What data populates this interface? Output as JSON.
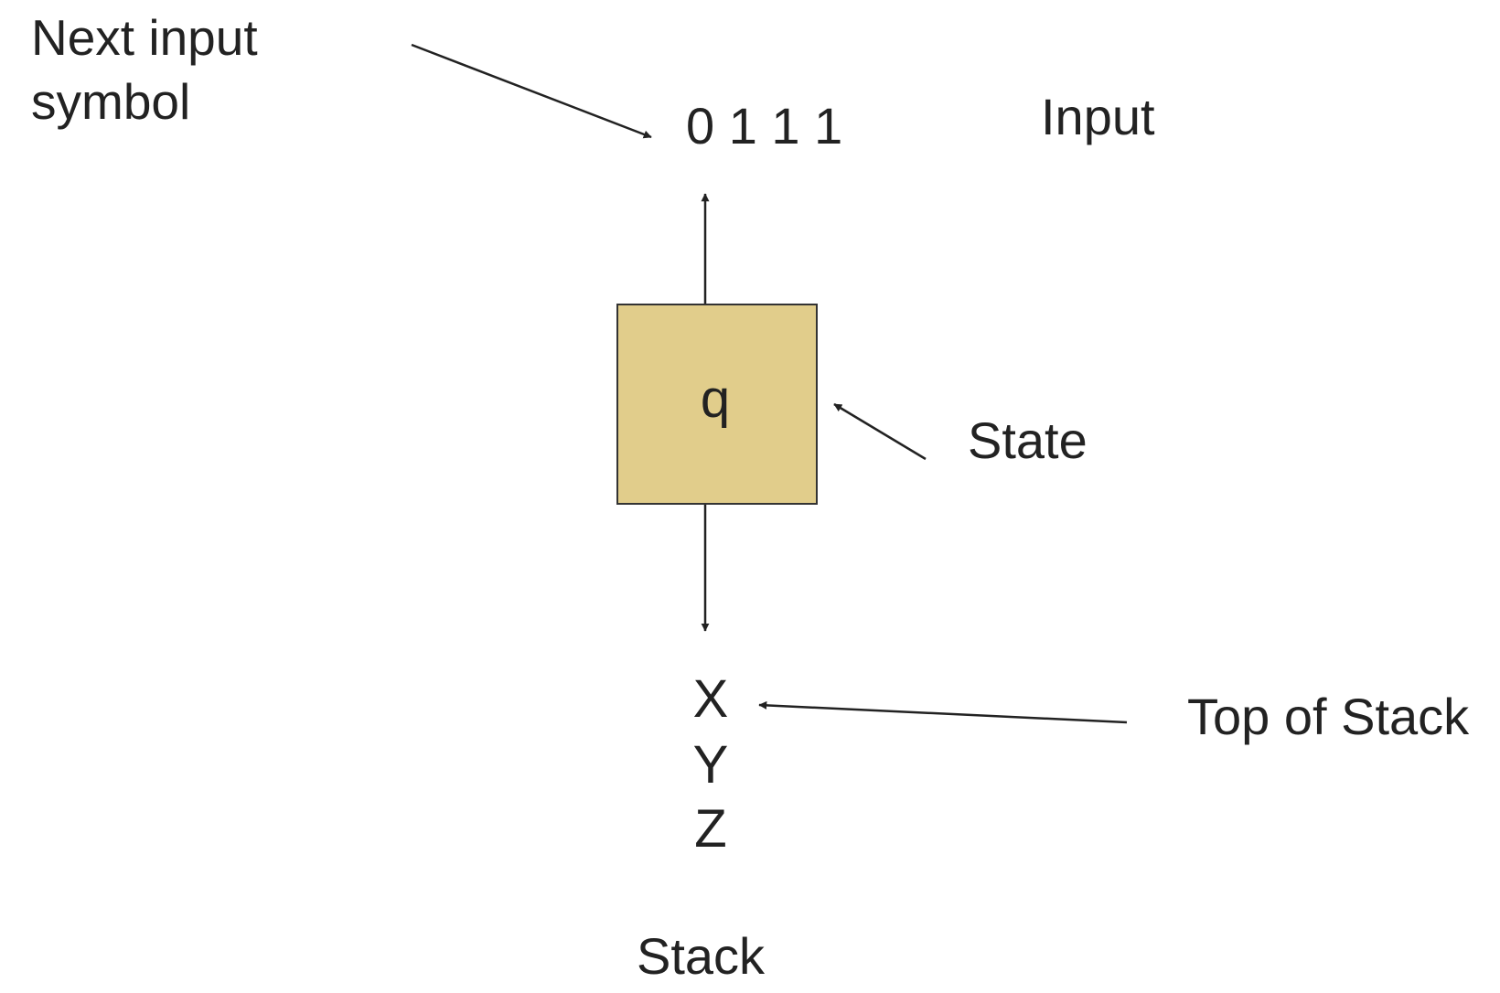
{
  "labels": {
    "next_input_line1": "Next input",
    "next_input_line2": "symbol",
    "input_string": "0 1 1 1",
    "input_title": "Input",
    "state_symbol": "q",
    "state_title": "State",
    "stack_symbols": [
      "X",
      "Y",
      "Z"
    ],
    "stack_title": "Stack",
    "top_of_stack": "Top of Stack"
  },
  "colors": {
    "state_fill": "#e1cd8b",
    "text": "#222222",
    "line": "#222222"
  }
}
